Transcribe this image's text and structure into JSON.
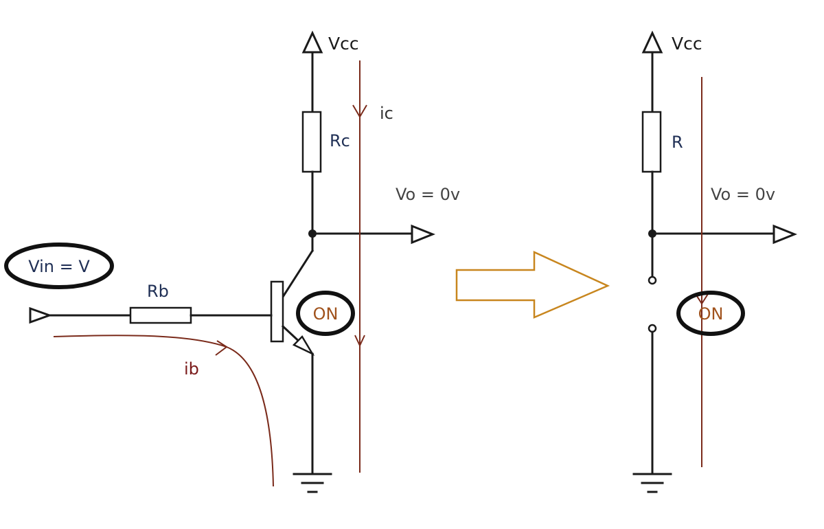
{
  "left_circuit": {
    "vcc_label": "Vcc",
    "rc_label": "Rc",
    "ic_label": "ic",
    "vo_label": "Vo = 0v",
    "vin_label": "Vin = V",
    "rb_label": "Rb",
    "ib_label": "ib",
    "on_label": "ON"
  },
  "right_circuit": {
    "vcc_label": "Vcc",
    "r_label": "R",
    "vo_label": "Vo = 0v",
    "on_label": "ON"
  },
  "colors": {
    "wire": "#1a1a1a",
    "current_line": "#7a2a1a",
    "arrow_outline": "#c8861e",
    "on_text": "#a0521c",
    "label_blue": "#1f2f55"
  }
}
